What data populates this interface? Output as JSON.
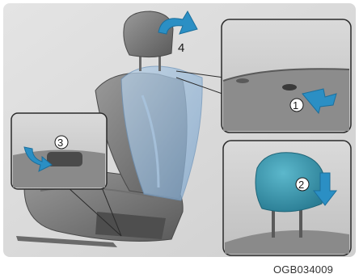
{
  "figure_code": "OGB034009",
  "steps": [
    {
      "number": "1",
      "action": "press-release-button",
      "arrow_direction": "left"
    },
    {
      "number": "2",
      "action": "push-headrest-down",
      "arrow_direction": "down"
    },
    {
      "number": "3",
      "action": "rotate-recline-lever",
      "arrow_direction": "curved-down"
    },
    {
      "number": "4",
      "action": "pull-headrest-up",
      "arrow_direction": "curved-right"
    }
  ],
  "colors": {
    "background": "#ffffff",
    "scene_background": "#d9d9d9",
    "seat_gray": "#8a8a8a",
    "seat_dark": "#555555",
    "seatback_ghost": "#8fb3d6",
    "headrest_blue": "#3d9ab0",
    "arrow_blue": "#2b8fc4",
    "inset_border": "#2a2a2a",
    "inset_background": "#d3d3d3"
  },
  "icons": {
    "step_marker": "circled-number",
    "arrow": "blue-arrow"
  }
}
